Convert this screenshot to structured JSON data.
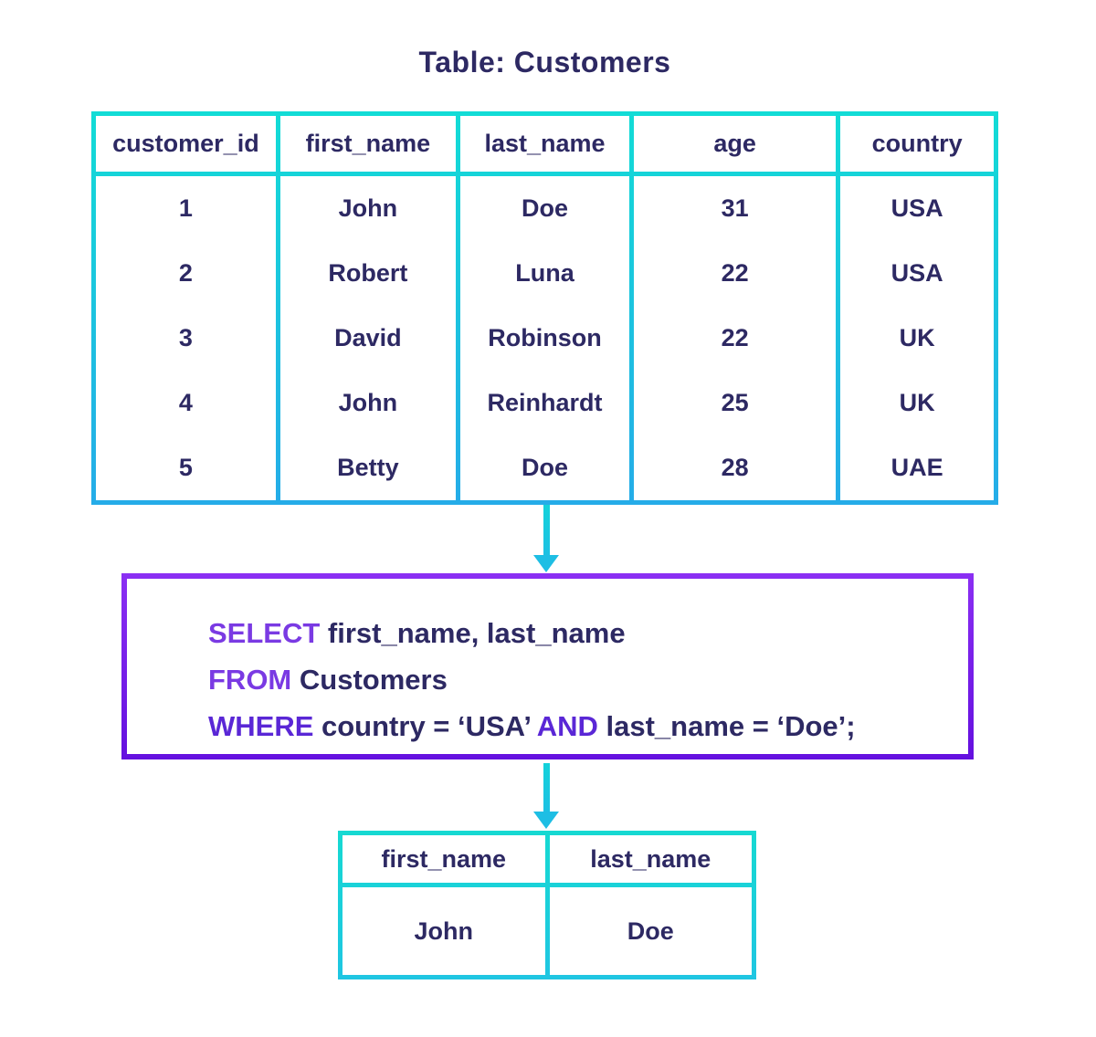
{
  "title": "Table: Customers",
  "colors": {
    "text_navy": "#2D2963",
    "table_border_gradient_top": "#12DCD6",
    "table_border_gradient_bottom": "#25ACE8",
    "query_border_gradient_top": "#8B2FF3",
    "query_border_gradient_bottom": "#6410DF",
    "keyword_primary_purple": "#7A3AE3",
    "keyword_secondary_purple": "#5A27D6",
    "arrow_cyan": "#1DC0E3",
    "background": "#ffffff"
  },
  "source_table": {
    "columns": [
      "customer_id",
      "first_name",
      "last_name",
      "age",
      "country"
    ],
    "rows": [
      [
        "1",
        "John",
        "Doe",
        "31",
        "USA"
      ],
      [
        "2",
        "Robert",
        "Luna",
        "22",
        "USA"
      ],
      [
        "3",
        "David",
        "Robinson",
        "22",
        "UK"
      ],
      [
        "4",
        "John",
        "Reinhardt",
        "25",
        "UK"
      ],
      [
        "5",
        "Betty",
        "Doe",
        "28",
        "UAE"
      ]
    ]
  },
  "query": {
    "line1": {
      "keyword": "SELECT",
      "rest": " first_name, last_name"
    },
    "line2": {
      "keyword": "FROM",
      "rest": " Customers"
    },
    "line3": {
      "keyword1": "WHERE",
      "middle": " country = ‘USA’ ",
      "keyword2": "AND",
      "end": " last_name = ‘Doe’;"
    }
  },
  "result_table": {
    "columns": [
      "first_name",
      "last_name"
    ],
    "rows": [
      [
        "John",
        "Doe"
      ]
    ]
  }
}
